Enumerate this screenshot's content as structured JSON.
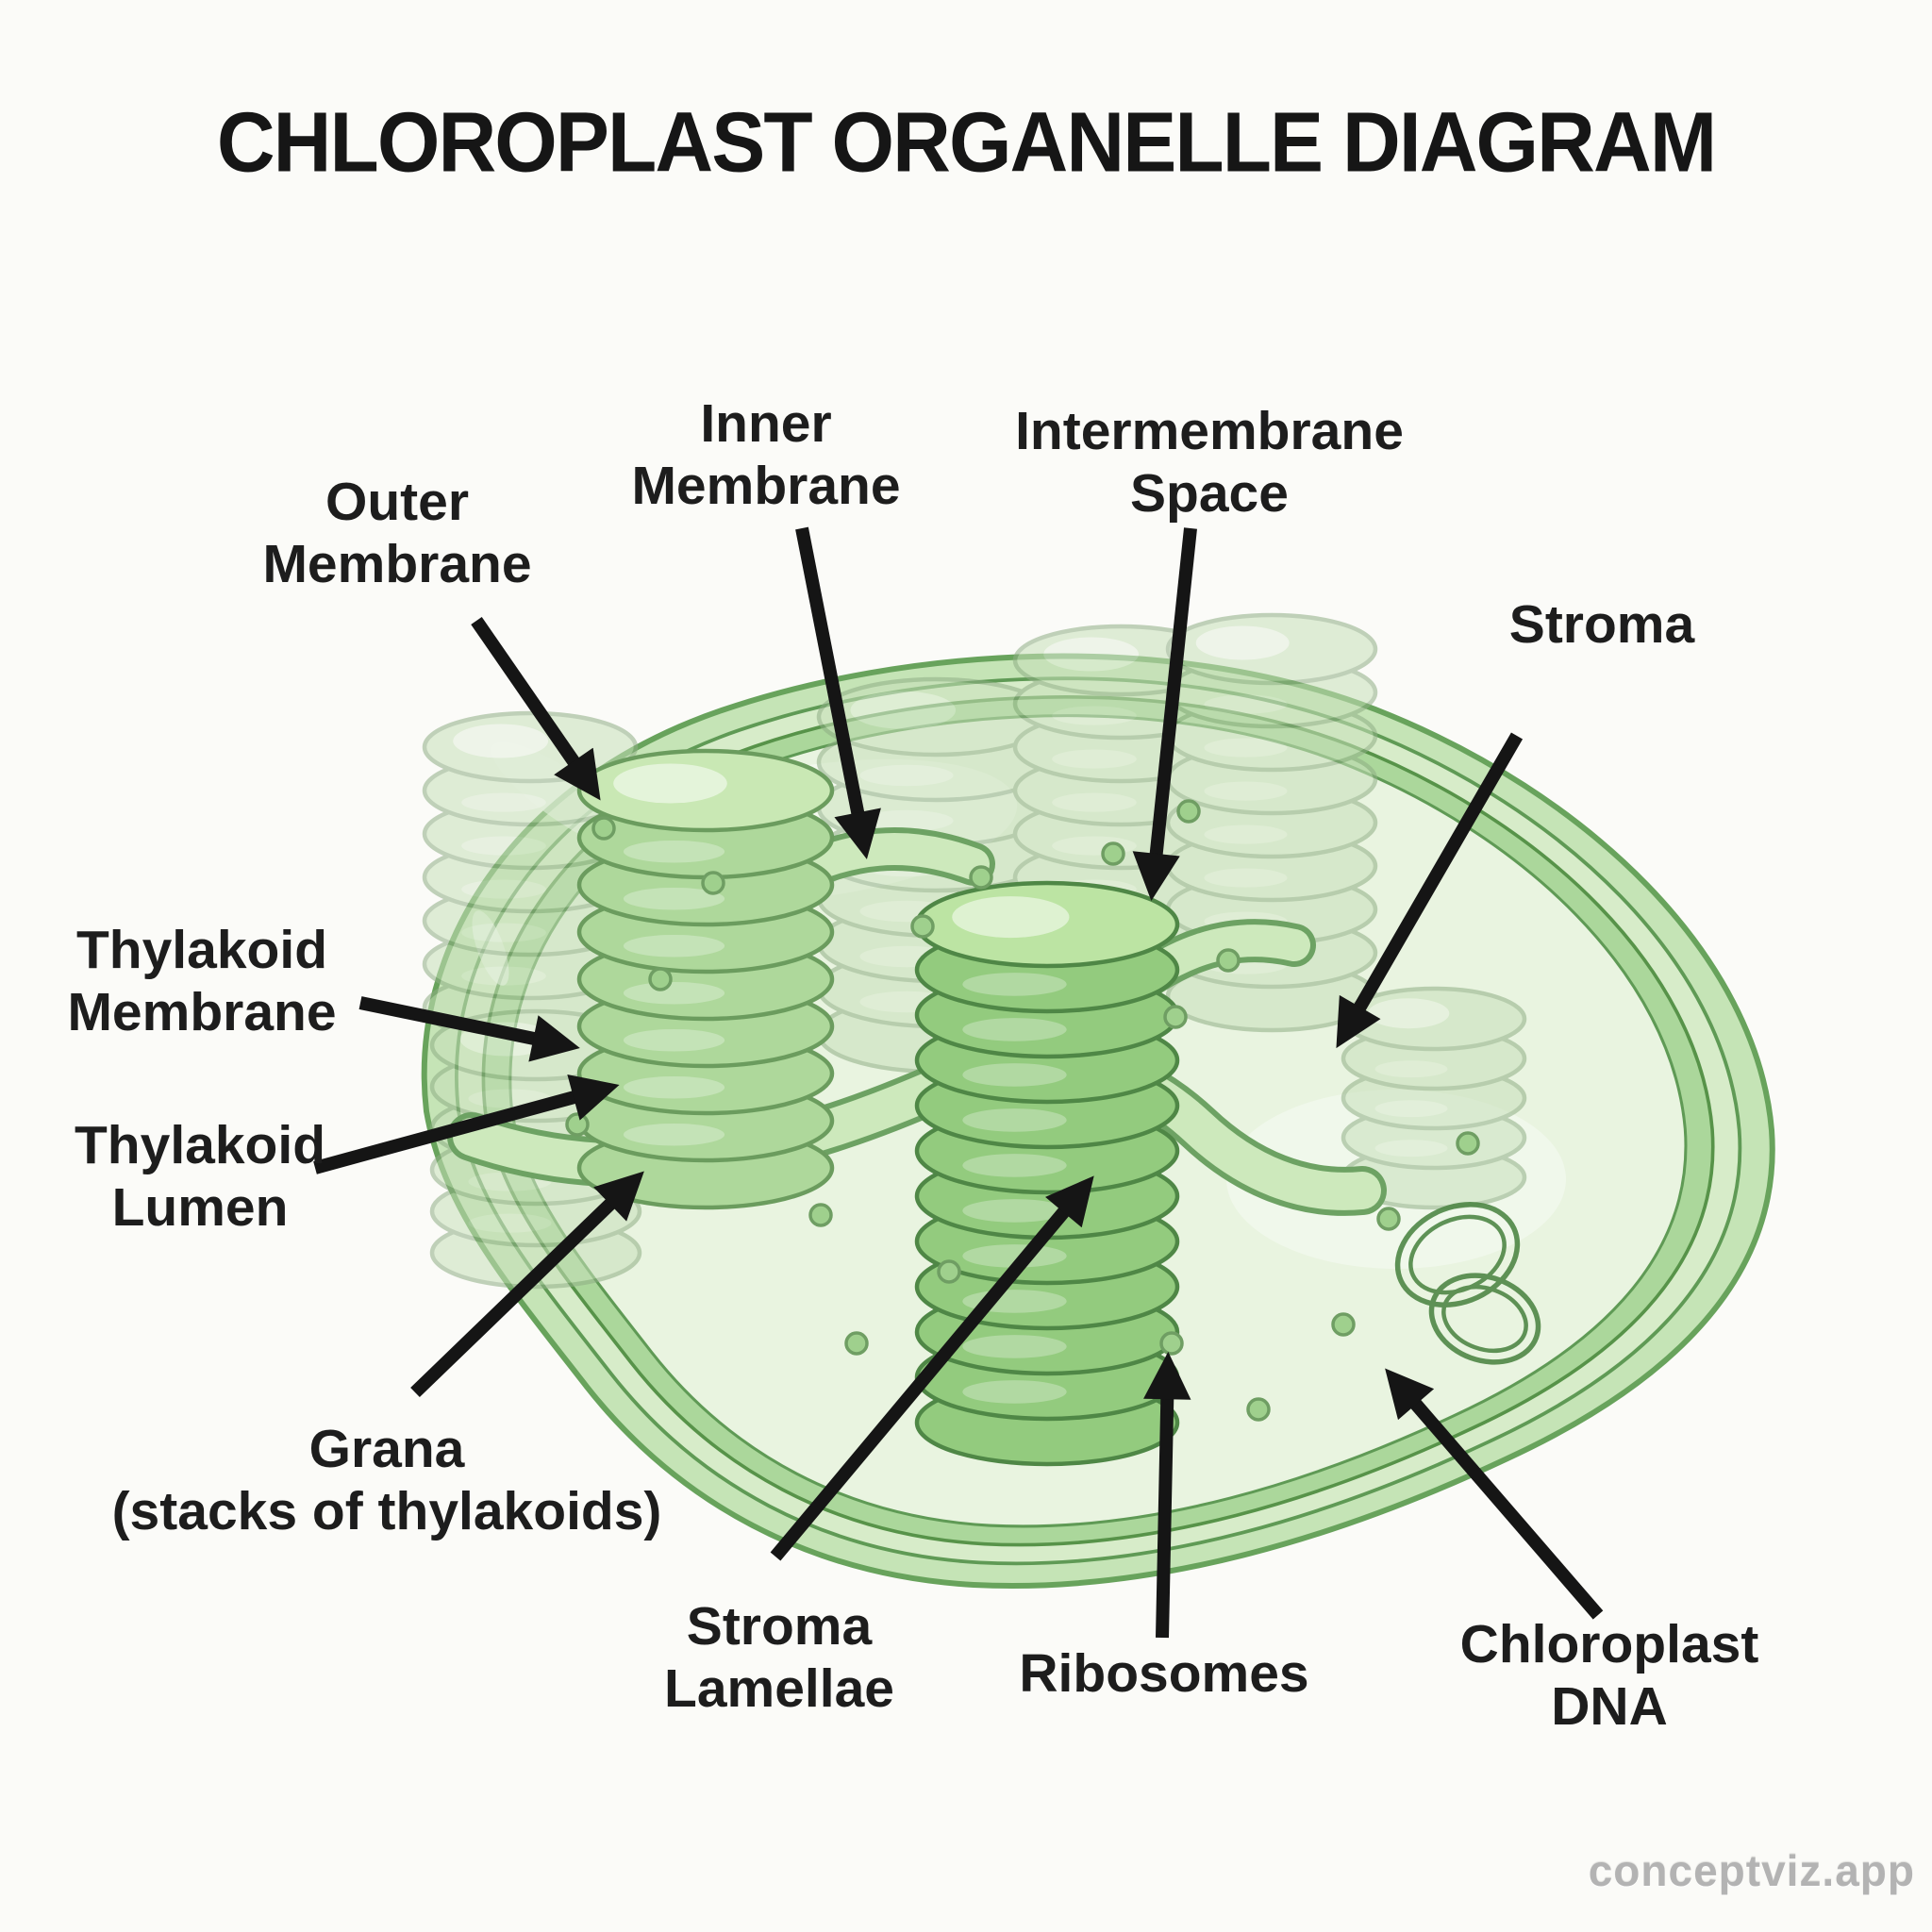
{
  "title": "CHLOROPLAST ORGANELLE DIAGRAM",
  "watermark": "conceptviz.app",
  "labels": {
    "outer_membrane": {
      "line1": "Outer",
      "line2": "Membrane"
    },
    "inner_membrane": {
      "line1": "Inner",
      "line2": "Membrane"
    },
    "intermembrane_space": {
      "line1": "Intermembrane",
      "line2": "Space"
    },
    "stroma": {
      "line1": "Stroma"
    },
    "thylakoid_membrane": {
      "line1": "Thylakoid",
      "line2": "Membrane"
    },
    "thylakoid_lumen": {
      "line1": "Thylakoid",
      "line2": "Lumen"
    },
    "grana": {
      "line1": "Grana",
      "line2": "(stacks of thylakoids)"
    },
    "stroma_lamellae": {
      "line1": "Stroma",
      "line2": "Lamellae"
    },
    "ribosomes": {
      "line1": "Ribosomes"
    },
    "chloroplast_dna": {
      "line1": "Chloroplast",
      "line2": "DNA"
    }
  },
  "colors": {
    "background": "#fbfbf8",
    "title_text": "#161616",
    "label_text": "#1d1d1d",
    "arrow": "#151515",
    "outer_membrane_fill": "#c5e4b6",
    "outer_membrane_line": "#68a35c",
    "intermembrane_fill": "#d7ecc9",
    "inner_membrane_fill": "#abd79b",
    "membrane_line": "#579349",
    "stroma_fill": "#e9f4e0",
    "grana_front_fill": "#93cb7e",
    "grana_front_line": "#4f8746",
    "grana_mid_fill": "#aed89b",
    "grana_back_fill": "#c8e0ba",
    "lamellae_fill": "#cde9bc",
    "lamellae_line": "#6da263",
    "ribosome_fill": "#9fd08d",
    "dna_line": "#4f8746",
    "watermark_text": "#b3b3b3"
  }
}
